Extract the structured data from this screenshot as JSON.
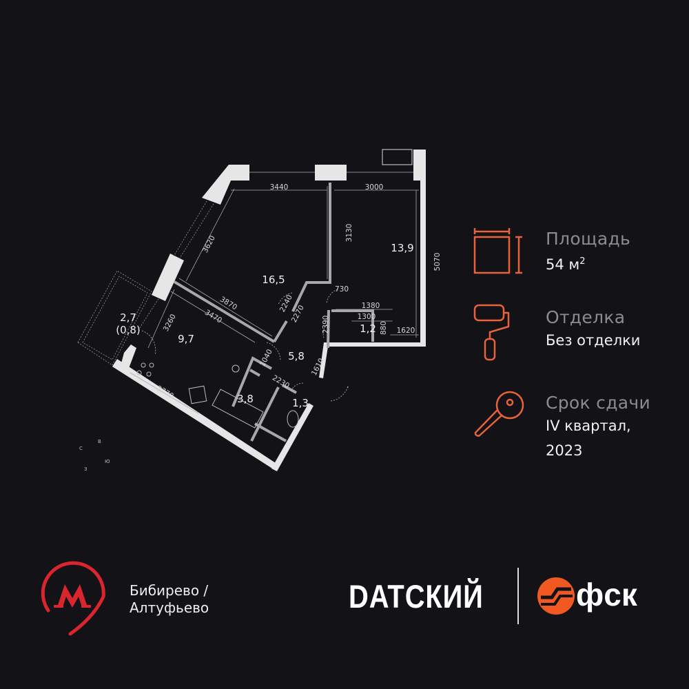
{
  "plan": {
    "rooms": [
      {
        "area": "16,5"
      },
      {
        "area": "13,9"
      },
      {
        "area": "9,7"
      },
      {
        "area": "2,7",
        "sub": "(0,8)"
      },
      {
        "area": "5,8"
      },
      {
        "area": "1,2"
      },
      {
        "area": "3,8"
      },
      {
        "area": "1,3"
      }
    ],
    "dimensions": [
      "3440",
      "3000",
      "3130",
      "5070",
      "3620",
      "3870",
      "3470",
      "3260",
      "2240",
      "2270",
      "730",
      "1380",
      "1300",
      "2390",
      "880",
      "1620",
      "1040",
      "1610",
      "2230",
      "2770"
    ],
    "compass": {
      "n": "С",
      "e": "В",
      "s": "Ю",
      "w": "З"
    }
  },
  "info": {
    "area_label": "Площадь",
    "area_value": "54 м",
    "area_unit_sup": "2",
    "finish_label": "Отделка",
    "finish_value": "Без отделки",
    "delivery_label": "Срок сдачи",
    "delivery_value_line1": "IV квартал,",
    "delivery_value_line2": "2023"
  },
  "footer": {
    "metro_line1": "Бибирево /",
    "metro_line2": "Алтуфьево",
    "brand": "DATСКИЙ",
    "developer": "фск"
  },
  "colors": {
    "accent": "#e8633a",
    "metro": "#d9252e",
    "fsk": "#f05a22",
    "background": "#131216"
  }
}
